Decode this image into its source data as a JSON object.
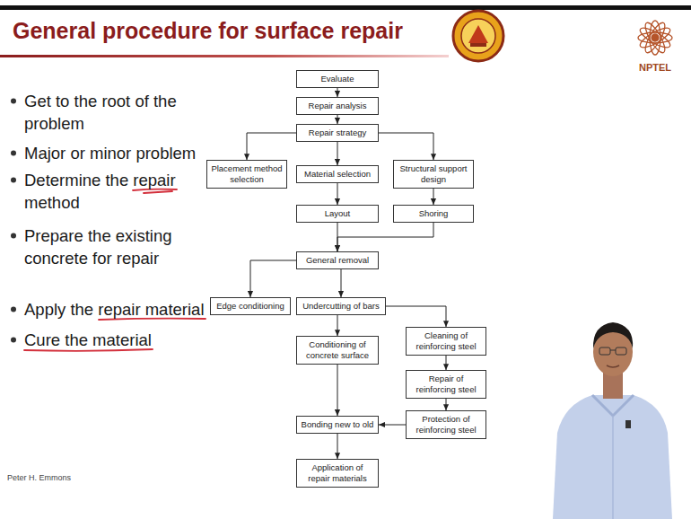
{
  "diagram": {
    "title": "General procedure for surface repair",
    "nodes": [
      {
        "text": [
          "Evaluate"
        ]
      },
      {
        "text": [
          "Repair analysis"
        ]
      },
      {
        "text": [
          "Repair strategy"
        ]
      },
      {
        "text": [
          "Placement method selection"
        ]
      },
      {
        "text": [
          "Material selection"
        ]
      },
      {
        "text": [
          "Structural support design"
        ]
      },
      {
        "text": [
          "Layout"
        ]
      },
      {
        "text": [
          "Shoring"
        ]
      },
      {
        "text": [
          "General removal"
        ]
      },
      {
        "text": [
          "Edge conditioning"
        ]
      },
      {
        "text": [
          "Undercutting of bars"
        ]
      },
      {
        "text": [
          "Cleaning of reinforcing steel"
        ]
      },
      {
        "text": [
          "Conditioning of concrete surface"
        ]
      },
      {
        "text": [
          "Repair of reinforcing steel"
        ]
      },
      {
        "text": [
          "Protection of reinforcing steel"
        ]
      },
      {
        "text": [
          "Bonding new to old"
        ]
      },
      {
        "text": [
          "Application of repair materials"
        ]
      }
    ],
    "edges": [
      {
        "from": 0,
        "to": 1,
        "arrow": "to"
      },
      {
        "from": 1,
        "to": 2,
        "arrow": "to"
      },
      {
        "from": 2,
        "to": 3,
        "arrow": "to"
      },
      {
        "from": 2,
        "to": 4,
        "arrow": "to"
      },
      {
        "from": 2,
        "to": 5,
        "arrow": "to"
      },
      {
        "from": 4,
        "to": 6,
        "arrow": "to"
      },
      {
        "from": 5,
        "to": 7,
        "arrow": "to"
      },
      {
        "from": 6,
        "to": 8,
        "arrow": "to"
      },
      {
        "from": 7,
        "to": 8,
        "arrow": "to"
      },
      {
        "from": 8,
        "to": 9,
        "arrow": "to"
      },
      {
        "from": 8,
        "to": 10,
        "arrow": "to"
      },
      {
        "from": 10,
        "to": 11,
        "arrow": "to"
      },
      {
        "from": 10,
        "to": 12,
        "arrow": "to"
      },
      {
        "from": 11,
        "to": 13,
        "arrow": "to"
      },
      {
        "from": 13,
        "to": 14,
        "arrow": "to"
      },
      {
        "from": 14,
        "to": 15,
        "arrow": "to"
      },
      {
        "from": 12,
        "to": 15,
        "arrow": "to"
      },
      {
        "from": 15,
        "to": 16,
        "arrow": "to"
      }
    ],
    "labels": [
      "Get to the root of the problem",
      "Major or minor problem",
      "Determine the repair method",
      "Prepare the existing concrete for repair",
      "Apply the repair material",
      "Cure the material",
      "NPTEL",
      "Peter H. Emmons"
    ]
  }
}
